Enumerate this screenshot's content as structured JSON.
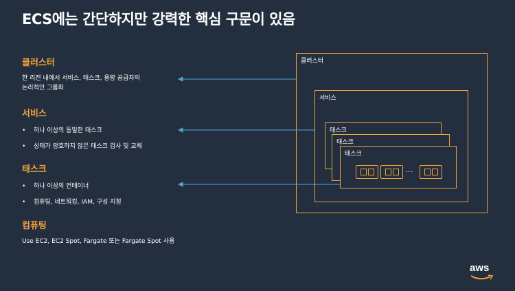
{
  "title": "ECS에는 간단하지만 강력한 핵심 구문이 있음",
  "sections": {
    "cluster": {
      "heading": "클러스터",
      "text_line1": "한 리전 내에서 서비스, 태스크, 용량 공급자의",
      "text_line2": "논리적인 그룹화"
    },
    "service": {
      "heading": "서비스",
      "bullets": [
        "하나 이상의 동일한 태스크",
        "상태가 양호하지 않은 태스크 검사 및 교체"
      ]
    },
    "task": {
      "heading": "태스크",
      "bullets": [
        "하나 이상의 컨테이너",
        "컴퓨팅, 네트워킹, IAM, 구성 지정"
      ]
    },
    "compute": {
      "heading": "컴퓨팅",
      "text": "Use EC2, EC2 Spot, Fargate 또는 Fargate Spot 사용"
    }
  },
  "bullet_char": "•",
  "diagram": {
    "cluster_label": "클러스터",
    "service_label": "서비스",
    "task_labels": [
      "태스크",
      "태스크",
      "태스크"
    ],
    "ellipsis": "..."
  },
  "logo": {
    "text": "aws"
  },
  "colors": {
    "background": "#232f3e",
    "accent": "#f2a33a",
    "arrow": "#4fa6d9",
    "text": "#ffffff"
  },
  "icons": {
    "container_chip": "container-icon",
    "arrow": "arrow-left-icon"
  }
}
